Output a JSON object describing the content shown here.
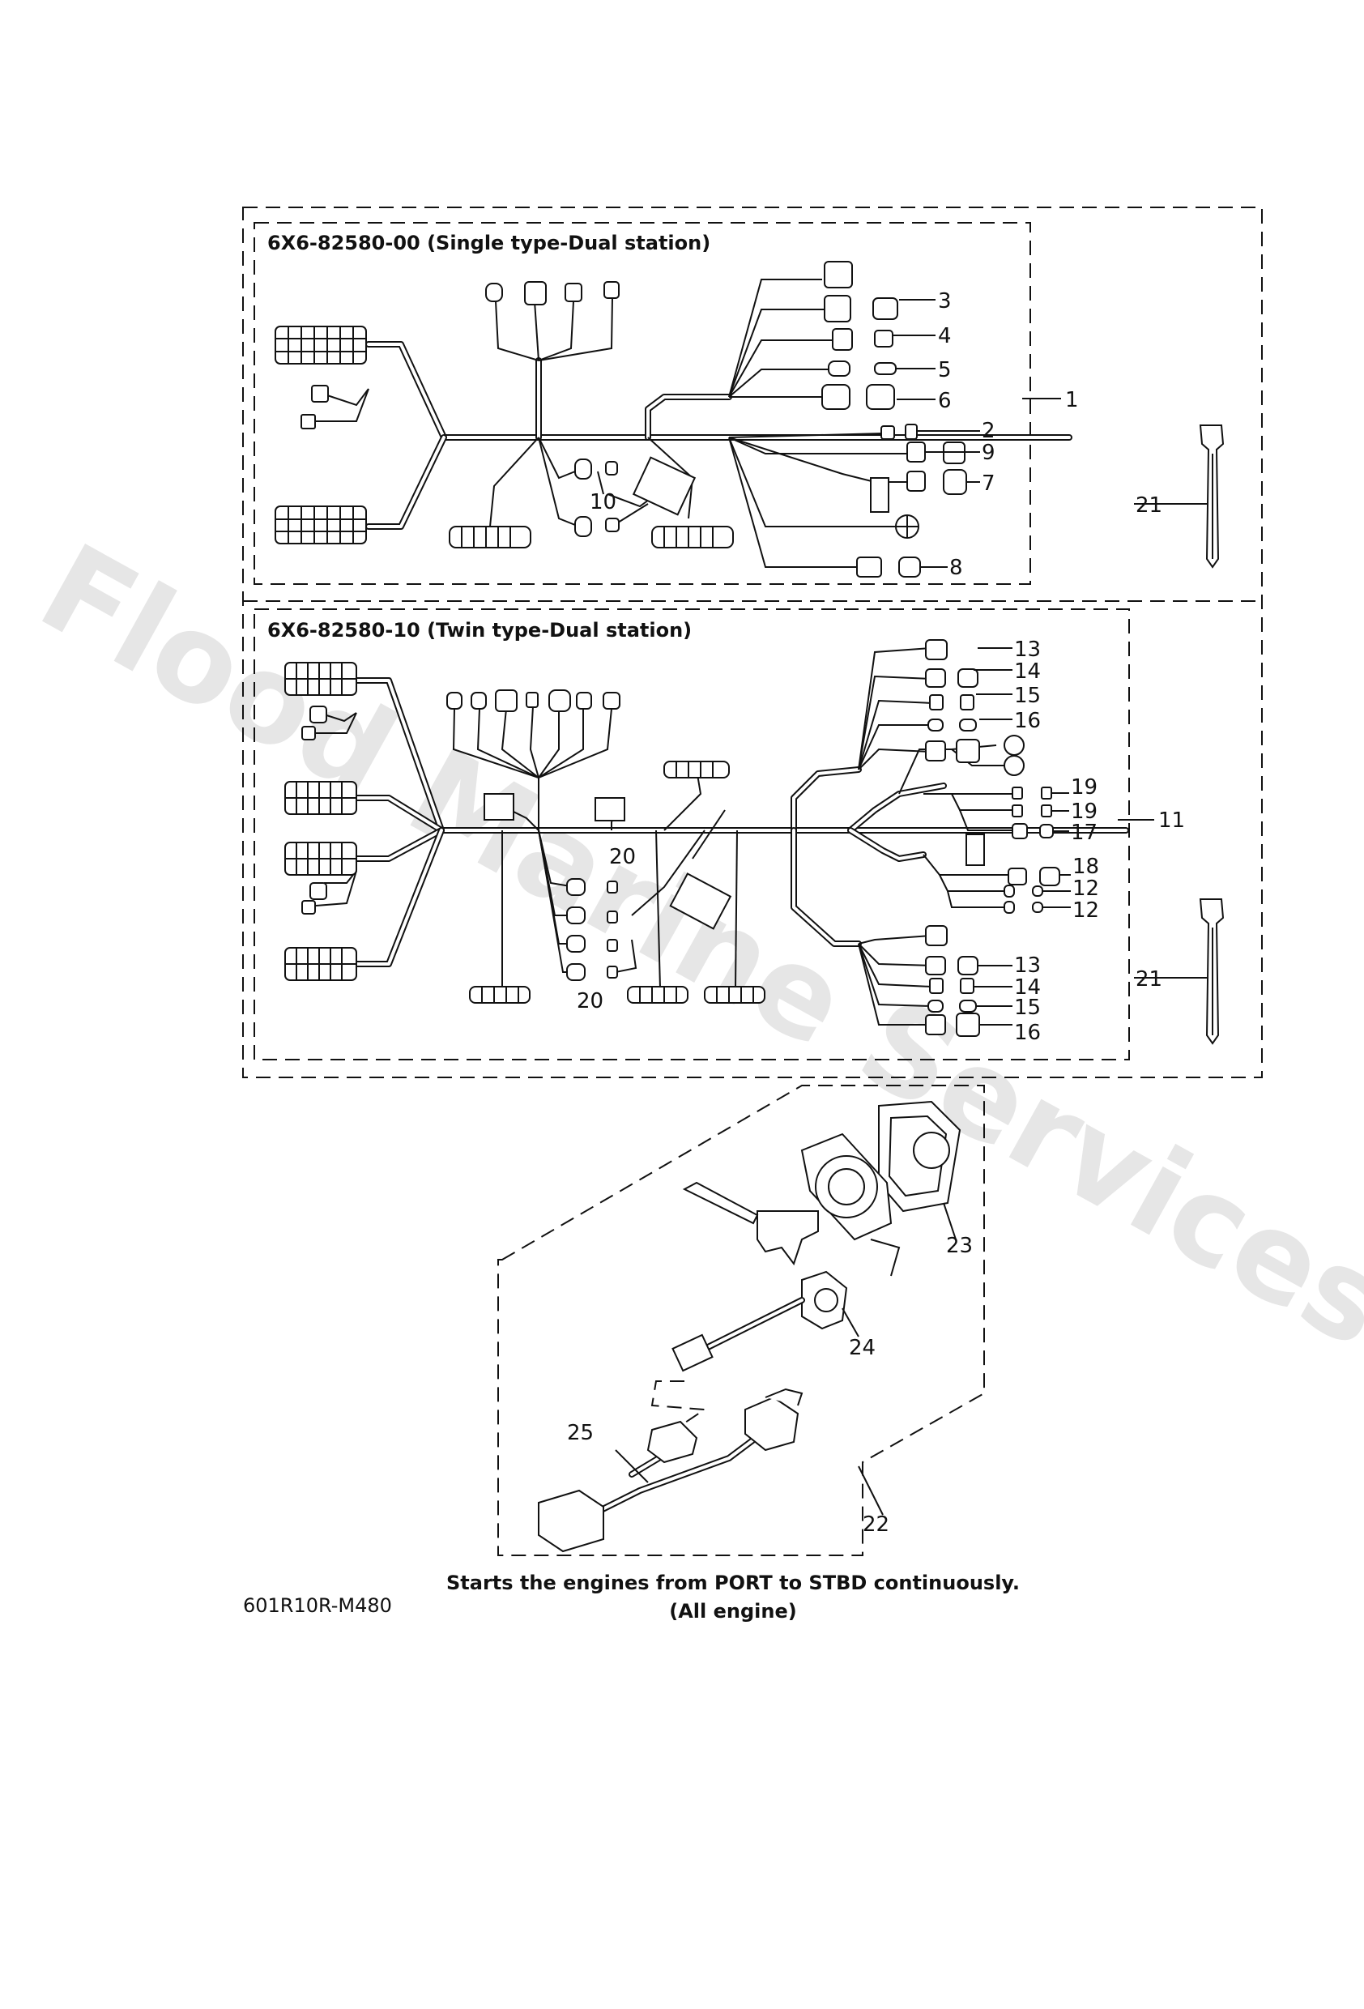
{
  "watermark": "Flood Marine Services",
  "captions": {
    "single": "6X6-82580-00 (Single type-Dual station)",
    "twin": "6X6-82580-10 (Twin type-Dual station)"
  },
  "footer": {
    "note_line1": "Starts the engines from PORT to STBD continuously.",
    "note_line2": "(All engine)",
    "code": "601R10R-M480"
  },
  "labels": {
    "n1": "1",
    "n2": "2",
    "n3": "3",
    "n4": "4",
    "n5": "5",
    "n6": "6",
    "n7": "7",
    "n8": "8",
    "n9": "9",
    "n10": "10",
    "n11": "11",
    "n12a": "12",
    "n12b": "12",
    "n13a": "13",
    "n13b": "13",
    "n14a": "14",
    "n14b": "14",
    "n15a": "15",
    "n15b": "15",
    "n16a": "16",
    "n16b": "16",
    "n17": "17",
    "n18": "18",
    "n19a": "19",
    "n19b": "19",
    "n20a": "20",
    "n20b": "20",
    "n21a": "21",
    "n21b": "21",
    "n22": "22",
    "n23": "23",
    "n24": "24",
    "n25": "25"
  }
}
